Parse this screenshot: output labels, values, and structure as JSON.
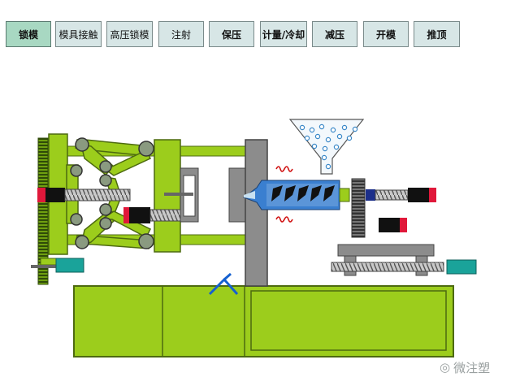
{
  "toolbar": {
    "buttons": [
      {
        "label": "锁模",
        "active": true
      },
      {
        "label": "模具接触",
        "active": false
      },
      {
        "label": "高压锁模",
        "active": false
      },
      {
        "label": "注射",
        "active": false
      },
      {
        "label": "保压",
        "active": false
      },
      {
        "label": "计量/冷却",
        "active": false
      },
      {
        "label": "减压",
        "active": false
      },
      {
        "label": "开模",
        "active": false
      },
      {
        "label": "推顶",
        "active": false
      }
    ]
  },
  "diagram": {
    "colors": {
      "frame": "#9ccd1c",
      "frame_dark": "#5a7a10",
      "grey": "#8c8c8c",
      "grey_dark": "#555555",
      "screw_barrel": "#3a7fd0",
      "nozzle_light": "#c8e0f0",
      "cylinder_red": "#e0183a",
      "cylinder_black": "#111111",
      "cylinder_navy": "#1c2f8a",
      "motor_teal": "#1aa39a",
      "heater_red": "#d01010",
      "hopper_pellets": "#3a88c8",
      "arrow_blue": "#1560d0"
    }
  },
  "watermark": {
    "text": "微注塑",
    "icon": "wechat-icon"
  }
}
